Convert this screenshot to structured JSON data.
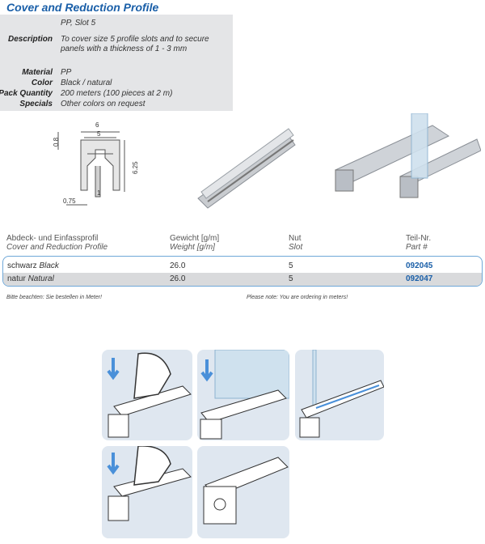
{
  "title": "Cover and Reduction Profile",
  "specs": [
    {
      "label": "",
      "value": "PP, Slot 5"
    },
    {
      "label": "Description",
      "value": "To cover size 5 profile slots and to secure panels with a thickness of 1 - 3 mm"
    },
    {
      "label": "Material",
      "value": "PP"
    },
    {
      "label": "Color",
      "value": "Black / natural"
    },
    {
      "label": "Pack Quantity",
      "value": "200 meters (100 pieces at 2 m)"
    },
    {
      "label": "Specials",
      "value": "Other colors on request"
    }
  ],
  "drawing": {
    "dims": [
      "6",
      "5",
      "0.8",
      "6.25",
      "0.75",
      "1"
    ]
  },
  "table": {
    "headers": [
      {
        "de": "Abdeck- und Einfassprofil",
        "en": "Cover and Reduction Profile"
      },
      {
        "de": "Gewicht [g/m]",
        "en": "Weight [g/m]"
      },
      {
        "de": "Nut",
        "en": "Slot"
      },
      {
        "de": "Teil-Nr.",
        "en": "Part #"
      }
    ],
    "rows": [
      {
        "color_de": "schwarz",
        "color_en": "Black",
        "weight": "26.0",
        "slot": "5",
        "part": "092045"
      },
      {
        "color_de": "natur",
        "color_en": "Natural",
        "weight": "26.0",
        "slot": "5",
        "part": "092047"
      }
    ]
  },
  "notes": {
    "de": "Bitte beachten: Sie bestellen in Meter!",
    "en": "Please note: You are ordering in meters!"
  },
  "colors": {
    "accent": "#1a5fa8",
    "spec_bg": "#e4e5e7",
    "row_alt": "#d9dadc",
    "frame": "#6fa8d8",
    "step_bg": "#dfe7f0"
  }
}
